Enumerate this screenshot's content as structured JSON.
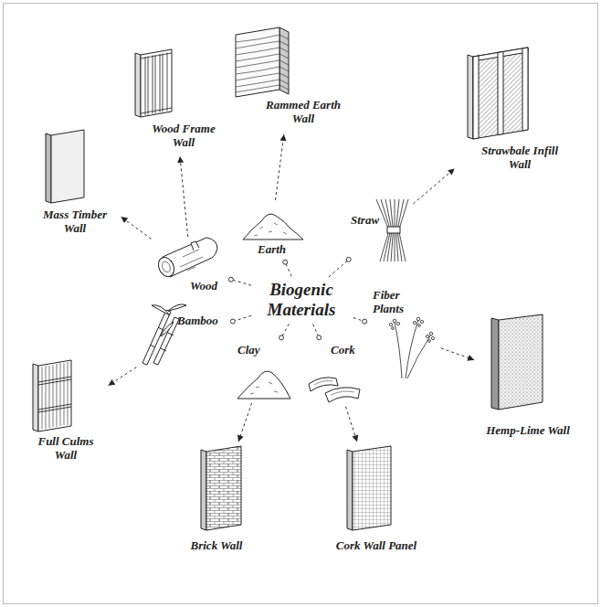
{
  "diagram": {
    "nodes": [
      {
        "text": [
          "Biogenic Materials"
        ]
      },
      {
        "text": [
          "Wood"
        ]
      },
      {
        "text": [
          "Earth"
        ]
      },
      {
        "text": [
          "Straw"
        ]
      },
      {
        "text": [
          "Bamboo"
        ]
      },
      {
        "text": [
          "Fiber Plants"
        ]
      },
      {
        "text": [
          "Clay"
        ]
      },
      {
        "text": [
          "Cork"
        ]
      },
      {
        "text": [
          "Wood Frame Wall"
        ]
      },
      {
        "text": [
          "Mass Timber Wall"
        ]
      },
      {
        "text": [
          "Rammed Earth Wall"
        ]
      },
      {
        "text": [
          "Strawbale Infill Wall"
        ]
      },
      {
        "text": [
          "Full Culms Wall"
        ]
      },
      {
        "text": [
          "Hemp-Lime Wall"
        ]
      },
      {
        "text": [
          "Brick Wall"
        ]
      },
      {
        "text": [
          "Cork Wall Panel"
        ]
      }
    ],
    "edges": [
      {
        "from": 0,
        "to": 1,
        "arrow": "none"
      },
      {
        "from": 0,
        "to": 2,
        "arrow": "none"
      },
      {
        "from": 0,
        "to": 3,
        "arrow": "none"
      },
      {
        "from": 0,
        "to": 4,
        "arrow": "none"
      },
      {
        "from": 0,
        "to": 5,
        "arrow": "none"
      },
      {
        "from": 0,
        "to": 6,
        "arrow": "none"
      },
      {
        "from": 0,
        "to": 7,
        "arrow": "none"
      },
      {
        "from": 1,
        "to": 8,
        "arrow": "to"
      },
      {
        "from": 1,
        "to": 9,
        "arrow": "to"
      },
      {
        "from": 2,
        "to": 10,
        "arrow": "to"
      },
      {
        "from": 3,
        "to": 11,
        "arrow": "to"
      },
      {
        "from": 4,
        "to": 12,
        "arrow": "to"
      },
      {
        "from": 5,
        "to": 13,
        "arrow": "to"
      },
      {
        "from": 6,
        "to": 14,
        "arrow": "to"
      },
      {
        "from": 7,
        "to": 15,
        "arrow": "to"
      }
    ]
  }
}
